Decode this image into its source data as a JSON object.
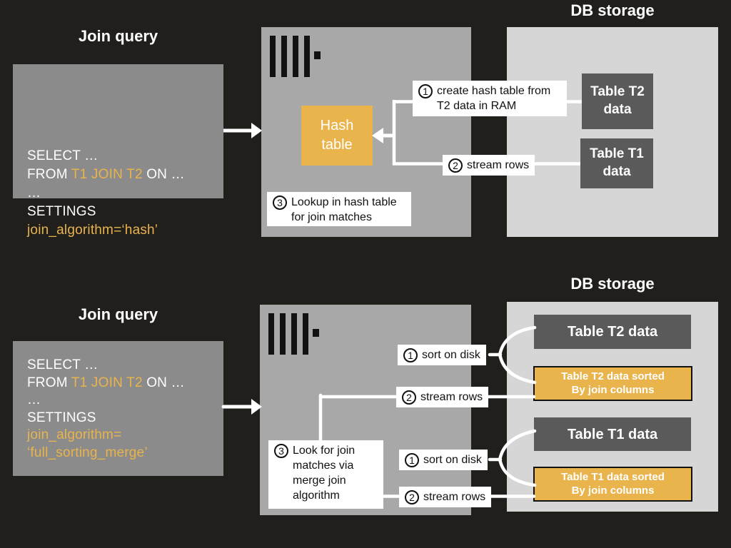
{
  "colors": {
    "background": "#201f1b",
    "query_box": "#8b8b8b",
    "server_box": "#a8a8a8",
    "db_storage_box": "#d6d6d6",
    "dark_table": "#5a5a5a",
    "accent_yellow": "#e9b44c",
    "text_white": "#ffffff",
    "text_black": "#111111"
  },
  "hash_section": {
    "join_query_title": "Join query",
    "db_storage_title": "DB storage",
    "query": {
      "select": "SELECT …",
      "from_kw": "FROM ",
      "join_clause": "T1 JOIN T2",
      "on_kw": " ON …",
      "ellipsis": "…",
      "settings_kw": "SETTINGS",
      "algorithm_line1": "join_algorithm=‘hash’"
    },
    "server": {
      "logo": "clickhouse-logo",
      "hash_table_label": "Hash table"
    },
    "callouts": {
      "step1": {
        "num": "1",
        "text": "create hash table from T2 data in RAM"
      },
      "step2": {
        "num": "2",
        "text": "stream rows"
      },
      "step3": {
        "num": "3",
        "text": "Lookup in hash table for join matches"
      }
    },
    "tables": {
      "t2": "Table T2 data",
      "t1": "Table T1 data"
    }
  },
  "merge_section": {
    "join_query_title": "Join query",
    "db_storage_title": "DB storage",
    "query": {
      "select": "SELECT …",
      "from_kw": "FROM ",
      "join_clause": "T1 JOIN T2",
      "on_kw": " ON …",
      "ellipsis": "…",
      "settings_kw": "SETTINGS",
      "algorithm_line1": "join_algorithm=",
      "algorithm_line2": "‘full_sorting_merge’"
    },
    "server": {
      "logo": "clickhouse-logo"
    },
    "callouts": {
      "sort_t2": {
        "num": "1",
        "text": "sort on disk"
      },
      "stream_t2": {
        "num": "2",
        "text": "stream rows"
      },
      "step3": {
        "num": "3",
        "text": "Look for join matches via merge join algorithm"
      },
      "sort_t1": {
        "num": "1",
        "text": "sort on disk"
      },
      "stream_t1": {
        "num": "2",
        "text": "stream rows"
      }
    },
    "tables": {
      "t2": "Table T2 data",
      "t2_sorted_line1": "Table T2 data sorted",
      "t2_sorted_line2": "By join columns",
      "t1": "Table T1 data",
      "t1_sorted_line1": "Table T1 data sorted",
      "t1_sorted_line2": "By join columns"
    }
  }
}
